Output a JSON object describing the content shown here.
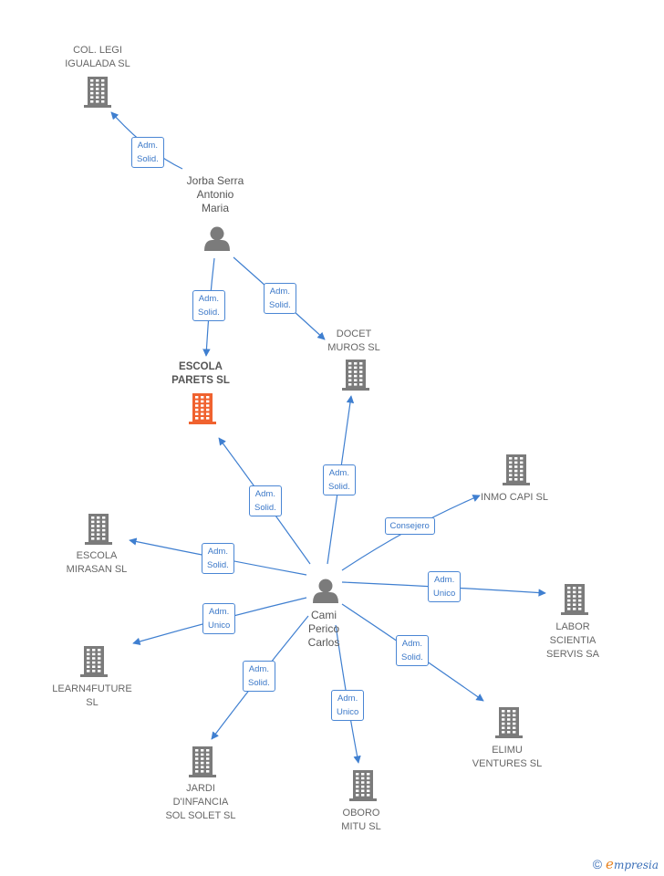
{
  "colors": {
    "edge": "#3f7fd0",
    "node": "#7b7b7b",
    "highlight": "#f0622f"
  },
  "nodes": [
    {
      "id": "col_legi",
      "type": "company",
      "label": "COL. LEGI\nIGUALADA SL"
    },
    {
      "id": "jorba",
      "type": "person",
      "label": "Jorba Serra\nAntonio\nMaria"
    },
    {
      "id": "escola_parets",
      "type": "company",
      "label": "ESCOLA\nPARETS  SL",
      "highlight": true
    },
    {
      "id": "docet",
      "type": "company",
      "label": "DOCET\nMUROS  SL"
    },
    {
      "id": "inmo",
      "type": "company",
      "label": "INMO CAPI SL"
    },
    {
      "id": "escola_mirasan",
      "type": "company",
      "label": "ESCOLA\nMIRASAN  SL"
    },
    {
      "id": "cami",
      "type": "person",
      "label": "Cami\nPerico\nCarlos"
    },
    {
      "id": "labor",
      "type": "company",
      "label": "LABOR\nSCIENTIA\nSERVIS SA"
    },
    {
      "id": "learn",
      "type": "company",
      "label": "LEARN4FUTURE\nSL"
    },
    {
      "id": "elimu",
      "type": "company",
      "label": "ELIMU\nVENTURES  SL"
    },
    {
      "id": "jardi",
      "type": "company",
      "label": "JARDI\nD'INFANCIA\nSOL SOLET SL"
    },
    {
      "id": "oboro",
      "type": "company",
      "label": "OBORO\nMITU SL"
    }
  ],
  "edges": [
    {
      "from": "jorba",
      "to": "col_legi",
      "label": "Adm.\nSolid."
    },
    {
      "from": "jorba",
      "to": "escola_parets",
      "label": "Adm.\nSolid."
    },
    {
      "from": "jorba",
      "to": "docet",
      "label": "Adm.\nSolid."
    },
    {
      "from": "cami",
      "to": "escola_parets",
      "label": "Adm.\nSolid."
    },
    {
      "from": "cami",
      "to": "docet",
      "label": "Adm.\nSolid."
    },
    {
      "from": "cami",
      "to": "inmo",
      "label": "Consejero"
    },
    {
      "from": "cami",
      "to": "escola_mirasan",
      "label": "Adm.\nSolid."
    },
    {
      "from": "cami",
      "to": "labor",
      "label": "Adm.\nUnico"
    },
    {
      "from": "cami",
      "to": "learn",
      "label": "Adm.\nUnico"
    },
    {
      "from": "cami",
      "to": "elimu",
      "label": "Adm.\nSolid."
    },
    {
      "from": "cami",
      "to": "jardi",
      "label": "Adm.\nSolid."
    },
    {
      "from": "cami",
      "to": "oboro",
      "label": "Adm.\nUnico"
    }
  ],
  "footer": {
    "copyright": "©",
    "brand_first": "e",
    "brand_rest": "mpresia"
  }
}
